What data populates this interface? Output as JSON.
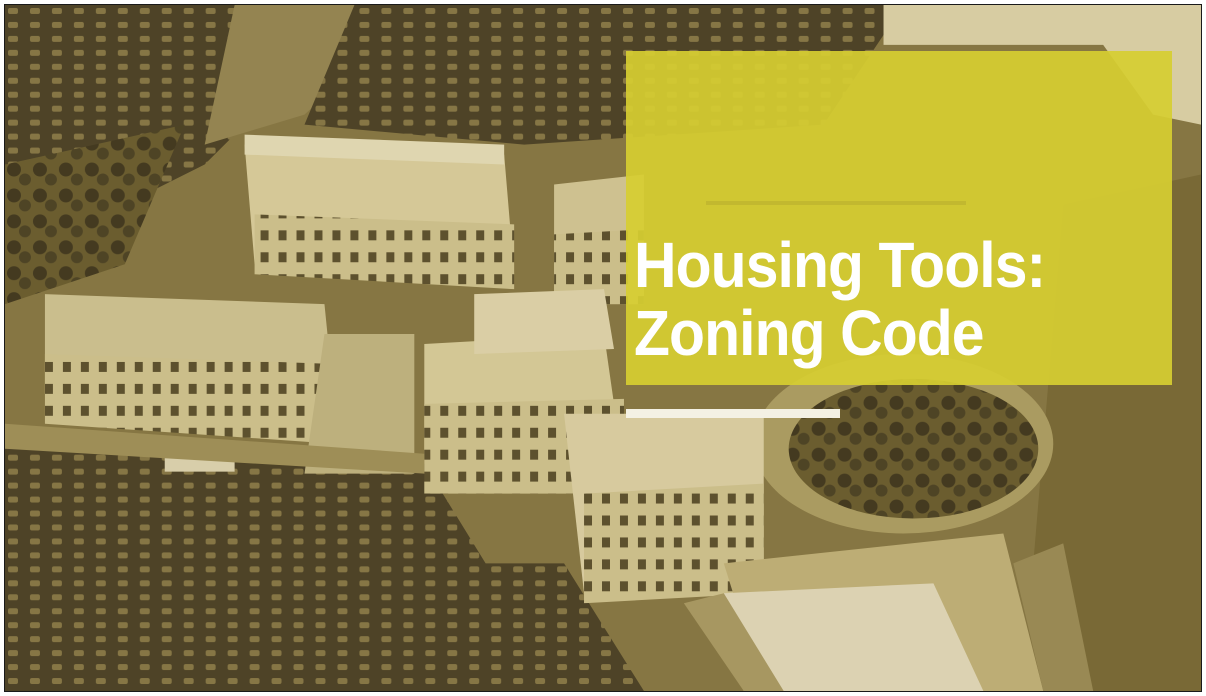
{
  "slide": {
    "title_line1": "Housing Tools:",
    "title_line2": "Zoning Code",
    "background_photo": "sepia aerial view of mixed-use buildings and parking lots",
    "panel_color": "#d6ce32",
    "title_color": "#ffffff",
    "accent_line_color": "#f4f1e4"
  }
}
